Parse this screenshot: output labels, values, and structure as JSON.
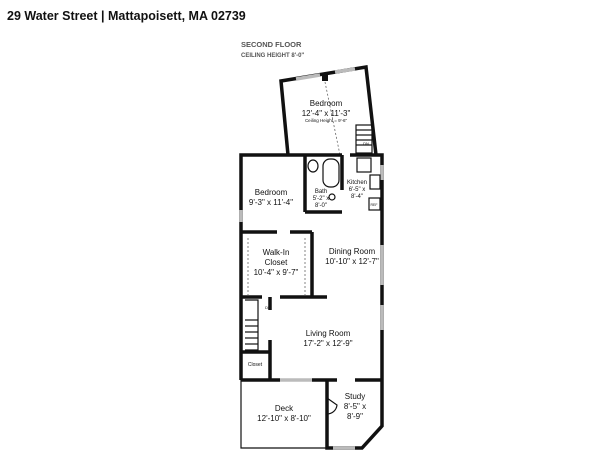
{
  "header": {
    "address": "29 Water Street | Mattapoisett, MA 02739"
  },
  "floor": {
    "name": "SECOND FLOOR",
    "ceiling": "CEILING HEIGHT 8'-0\""
  },
  "rooms": {
    "bedroom_upper": {
      "name": "Bedroom",
      "dims": "12'-4\" x 11'-3\"",
      "note": "Ceiling Height = 9'-6\""
    },
    "bedroom": {
      "name": "Bedroom",
      "dims": "9'-3\" x 11'-4\""
    },
    "bath": {
      "name": "Bath",
      "dims1": "5'-2\" x",
      "dims2": "8'-0\""
    },
    "kitchen": {
      "name": "Kitchen",
      "dims1": "6'-5\" x",
      "dims2": "8'-4\""
    },
    "walkin": {
      "name1": "Walk-In",
      "name2": "Closet",
      "dims": "10'-4\" x 9'-7\""
    },
    "dining": {
      "name": "Dining Room",
      "dims": "10'-10\" x 12'-7\""
    },
    "living": {
      "name": "Living Room",
      "dims": "17'-2\" x 12'-9\""
    },
    "closet": {
      "name": "Closet"
    },
    "deck": {
      "name": "Deck",
      "dims": "12'-10\" x 8'-10\""
    },
    "study": {
      "name": "Study",
      "dims1": "8'-5\" x",
      "dims2": "8'-9\""
    }
  },
  "stairs": {
    "upper_label": "DN",
    "lower_label": "DN",
    "fridge_label": "REF"
  }
}
